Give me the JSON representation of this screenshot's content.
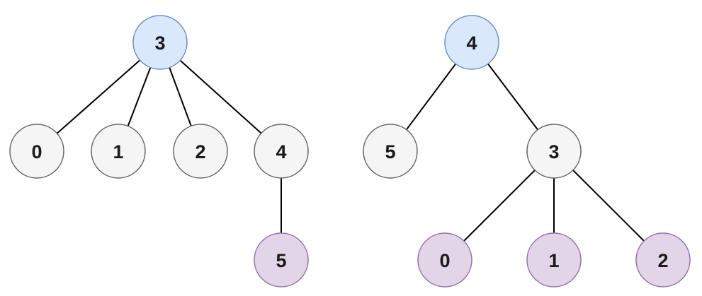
{
  "colors": {
    "root": {
      "fill": "#dae8fc",
      "stroke": "#6c8ebf"
    },
    "default": {
      "fill": "#f5f5f5",
      "stroke": "#666666"
    },
    "moved": {
      "fill": "#e1d5e7",
      "stroke": "#9673a6"
    },
    "edge": "#000000"
  },
  "trees": [
    {
      "name": "left-tree",
      "nodes": [
        {
          "id": "l3",
          "label": "3",
          "style": "root"
        },
        {
          "id": "l0",
          "label": "0",
          "style": "default"
        },
        {
          "id": "l1",
          "label": "1",
          "style": "default"
        },
        {
          "id": "l2",
          "label": "2",
          "style": "default"
        },
        {
          "id": "l4",
          "label": "4",
          "style": "default"
        },
        {
          "id": "l5",
          "label": "5",
          "style": "moved"
        }
      ],
      "edges": [
        [
          "l3",
          "l0"
        ],
        [
          "l3",
          "l1"
        ],
        [
          "l3",
          "l2"
        ],
        [
          "l3",
          "l4"
        ],
        [
          "l4",
          "l5"
        ]
      ]
    },
    {
      "name": "right-tree",
      "nodes": [
        {
          "id": "r4",
          "label": "4",
          "style": "root"
        },
        {
          "id": "r5",
          "label": "5",
          "style": "default"
        },
        {
          "id": "r3",
          "label": "3",
          "style": "default"
        },
        {
          "id": "r0",
          "label": "0",
          "style": "moved"
        },
        {
          "id": "r1",
          "label": "1",
          "style": "moved"
        },
        {
          "id": "r2",
          "label": "2",
          "style": "moved"
        }
      ],
      "edges": [
        [
          "r4",
          "r5"
        ],
        [
          "r4",
          "r3"
        ],
        [
          "r3",
          "r0"
        ],
        [
          "r3",
          "r1"
        ],
        [
          "r3",
          "r2"
        ]
      ]
    }
  ]
}
